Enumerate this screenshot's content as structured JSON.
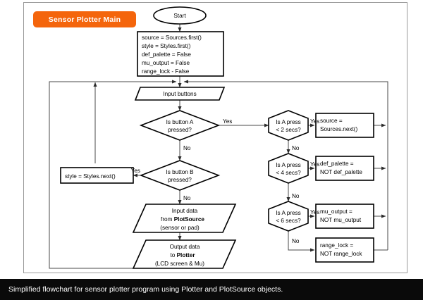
{
  "title_badge": {
    "label": "Sensor Plotter Main"
  },
  "caption": {
    "text": "Simplified flowchart for sensor plotter program using Plotter and PlotSource objects."
  },
  "colors": {
    "badge": "#f4650c",
    "caption_bg": "#0a0a0a",
    "node_stroke": "#000000",
    "connector": "#4a4a4a",
    "frame": "#9a9a9a"
  },
  "chart_data": {
    "type": "diagram",
    "title": "Sensor Plotter Main",
    "nodes": [
      {
        "id": "start",
        "shape": "terminator",
        "lines": [
          "Start"
        ]
      },
      {
        "id": "init",
        "shape": "process",
        "lines": [
          "source = Sources.first()",
          "style = Styles.first()",
          "def_palette = False",
          "mu_output = False",
          "range_lock - False"
        ]
      },
      {
        "id": "input_buttons",
        "shape": "parallelogram",
        "lines": [
          "Input buttons"
        ]
      },
      {
        "id": "btn_a",
        "shape": "decision",
        "lines": [
          "Is button A",
          "pressed?"
        ]
      },
      {
        "id": "btn_b",
        "shape": "decision",
        "lines": [
          "Is button B",
          "pressed?"
        ]
      },
      {
        "id": "style_next",
        "shape": "process",
        "lines": [
          "style = Styles.next()"
        ]
      },
      {
        "id": "a_2sec",
        "shape": "decision",
        "lines": [
          "Is A press",
          "< 2 secs?"
        ]
      },
      {
        "id": "a_4sec",
        "shape": "decision",
        "lines": [
          "Is A press",
          "< 4 secs?"
        ]
      },
      {
        "id": "a_6sec",
        "shape": "decision",
        "lines": [
          "Is A press",
          "< 6 secs?"
        ]
      },
      {
        "id": "src_next",
        "shape": "process",
        "lines": [
          "source =",
          "Sources.next()"
        ]
      },
      {
        "id": "def_pal",
        "shape": "process",
        "lines": [
          "def_palette =",
          "NOT def_palette"
        ]
      },
      {
        "id": "mu_out",
        "shape": "process",
        "lines": [
          "mu_output =",
          "NOT mu_output"
        ]
      },
      {
        "id": "rng_lock",
        "shape": "process",
        "lines": [
          "range_lock =",
          "NOT range_lock"
        ]
      },
      {
        "id": "input_data",
        "shape": "parallelogram",
        "lines": [
          "Input data",
          "from PlotSource",
          "(sensor or pad)"
        ]
      },
      {
        "id": "output_data",
        "shape": "parallelogram",
        "lines": [
          "Output data",
          "to Plotter",
          "(LCD screen & Mu)"
        ]
      }
    ],
    "edges": [
      {
        "from": "start",
        "to": "init",
        "label": ""
      },
      {
        "from": "init",
        "to": "input_buttons",
        "label": ""
      },
      {
        "from": "input_buttons",
        "to": "btn_a",
        "label": ""
      },
      {
        "from": "btn_a",
        "to": "a_2sec",
        "label": "Yes"
      },
      {
        "from": "btn_a",
        "to": "btn_b",
        "label": "No"
      },
      {
        "from": "btn_b",
        "to": "style_next",
        "label": "Yes"
      },
      {
        "from": "btn_b",
        "to": "input_data",
        "label": "No"
      },
      {
        "from": "a_2sec",
        "to": "src_next",
        "label": "Yes"
      },
      {
        "from": "a_2sec",
        "to": "a_4sec",
        "label": "No"
      },
      {
        "from": "a_4sec",
        "to": "def_pal",
        "label": "Yes"
      },
      {
        "from": "a_4sec",
        "to": "a_6sec",
        "label": "No"
      },
      {
        "from": "a_6sec",
        "to": "mu_out",
        "label": "Yes"
      },
      {
        "from": "a_6sec",
        "to": "rng_lock",
        "label": "No"
      },
      {
        "from": "input_data",
        "to": "output_data",
        "label": ""
      },
      {
        "from": "output_data",
        "to": "input_buttons",
        "label": ""
      },
      {
        "from": "style_next",
        "to": "input_buttons",
        "label": ""
      },
      {
        "from": "src_next",
        "to": "input_buttons",
        "label": ""
      },
      {
        "from": "def_pal",
        "to": "input_buttons",
        "label": ""
      },
      {
        "from": "mu_out",
        "to": "input_buttons",
        "label": ""
      },
      {
        "from": "rng_lock",
        "to": "input_buttons",
        "label": ""
      }
    ],
    "text": {
      "start": "Start",
      "init_l1": "source = Sources.first()",
      "init_l2": "style = Styles.first()",
      "init_l3": "def_palette = False",
      "init_l4": "mu_output = False",
      "init_l5": "range_lock - False",
      "input_buttons": "Input buttons",
      "btn_a_l1": "Is button A",
      "btn_a_l2": "pressed?",
      "btn_b_l1": "Is button B",
      "btn_b_l2": "pressed?",
      "style_next": "style = Styles.next()",
      "a2_l1": "Is A press",
      "a2_l2": "< 2 secs?",
      "a4_l1": "Is A press",
      "a4_l2": "< 4 secs?",
      "a6_l1": "Is A press",
      "a6_l2": "< 6 secs?",
      "src_next_l1": "source =",
      "src_next_l2": "Sources.next()",
      "def_pal_l1": "def_palette =",
      "def_pal_l2": "NOT def_palette",
      "mu_out_l1": "mu_output =",
      "mu_out_l2": "NOT mu_output",
      "rng_lock_l1": "range_lock =",
      "rng_lock_l2": "NOT range_lock",
      "in_data_l1": "Input data",
      "in_data_l2a": "from ",
      "in_data_l2b": "PlotSource",
      "in_data_l3": "(sensor or pad)",
      "out_data_l1": "Output data",
      "out_data_l2a": "to ",
      "out_data_l2b": "Plotter",
      "out_data_l3": "(LCD screen & Mu)",
      "yes1": "Yes",
      "yes2": "Yes",
      "yes3": "Yes",
      "yes4": "Yes",
      "no1": "No",
      "no2": "No",
      "no3": "No",
      "no4": "No",
      "no5": "No"
    }
  }
}
